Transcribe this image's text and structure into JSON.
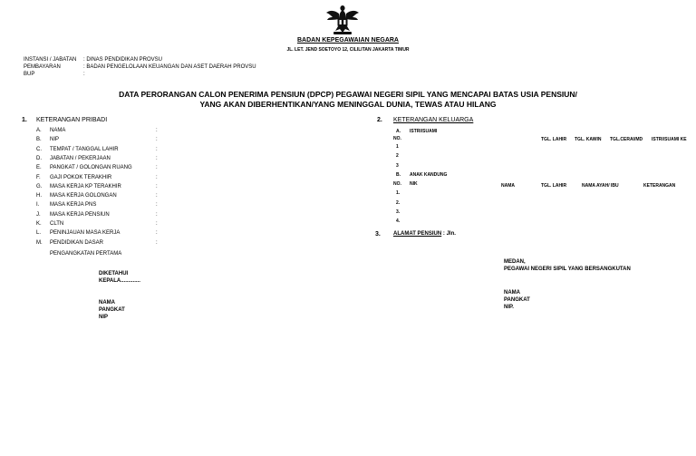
{
  "header": {
    "agency": "BADAN KEPEGAWAIAN NEGARA",
    "address": "JL. LET. JEND SOETOYO 12, CILILITAN JAKARTA TIMUR"
  },
  "meta": [
    {
      "label": "INSTANSI / JABATAN",
      "value": ": DINAS PENDIDIKAN PROVSU"
    },
    {
      "label": "PEMBAYARAN",
      "value": ": BADAN PENGELOLAAN KEUANGAN DAN ASET DAERAH PROVSU"
    },
    {
      "label": "BUP",
      "value": ":"
    }
  ],
  "title_line1": "DATA PERORANGAN CALON PENERIMA PENSIUN (DPCP) PEGAWAI NEGERI SIPIL YANG MENCAPAI BATAS USIA PENSIUN/",
  "title_line2": "YANG AKAN DIBERHENTIKAN/YANG MENINGGAL DUNIA, TEWAS ATAU HILANG",
  "section1": {
    "num": "1.",
    "title": "KETERANGAN PRIBADI",
    "items": [
      {
        "letter": "A.",
        "label": "NAMA",
        "colon": ":"
      },
      {
        "letter": "B.",
        "label": "NIP",
        "colon": ":"
      },
      {
        "letter": "C.",
        "label": "TEMPAT / TANGGAL LAHIR",
        "colon": ":"
      },
      {
        "letter": "D.",
        "label": "JABATAN / PEKERJAAN",
        "colon": ":"
      },
      {
        "letter": "E.",
        "label": "PANGKAT / GOLONGAN RUANG",
        "colon": ":"
      },
      {
        "letter": "F.",
        "label": "GAJI POKOK TERAKHIR",
        "colon": ":"
      },
      {
        "letter": "G.",
        "label": "MASA KERJA KP TERAKHIR",
        "colon": ":"
      },
      {
        "letter": "H.",
        "label": "MASA KERJA GOLONGAN",
        "colon": ":"
      },
      {
        "letter": "I.",
        "label": "MASA KERJA PNS",
        "colon": ":"
      },
      {
        "letter": "J.",
        "label": "MASA KERJA PENSIUN",
        "colon": ":"
      },
      {
        "letter": "K.",
        "label": "CLTN",
        "colon": ":"
      },
      {
        "letter": "L.",
        "label": "PENINJAUAN MASA KERJA",
        "colon": ":"
      },
      {
        "letter": "M.",
        "label": "PENDIDIKAN DASAR",
        "colon": ":"
      }
    ],
    "pengangkatan": "PENGANGKATAN PERTAMA"
  },
  "section2": {
    "num": "2.",
    "title": "KETERANGAN KELUARGA",
    "a_letter": "A.",
    "a_label": "ISTRI/SUAMI",
    "a_no": "NO.",
    "a_cols": [
      "TGL. LAHIR",
      "TGL. KAWIN",
      "TGL.CERAI/MD",
      "ISTRI/SUAMI KE"
    ],
    "a_rows": [
      "1",
      "2",
      "3"
    ],
    "b_letter": "B.",
    "b_label": "ANAK KANDUNG",
    "b_no": "NO.",
    "b_nik": "NIK",
    "b_cols": [
      "NAMA",
      "TGL. LAHIR",
      "NAMA AYAH/ IBU",
      "KETERANGAN"
    ],
    "b_rows": [
      "1.",
      "2.",
      "3.",
      "4."
    ]
  },
  "section3": {
    "num": "3.",
    "title": "ALAMAT PENSIUN",
    "suffix": ": Jln."
  },
  "sign_left": {
    "l1": "DIKETAHUI",
    "l2": "KEPALA.............",
    "l3": "NAMA",
    "l4": "PANGKAT",
    "l5": "NIP"
  },
  "sign_right": {
    "l1": "MEDAN,",
    "l2": "PEGAWAI NEGERI SIPIL YANG BERSANGKUTAN",
    "l3": "NAMA",
    "l4": "PANGKAT",
    "l5": "NIP."
  }
}
